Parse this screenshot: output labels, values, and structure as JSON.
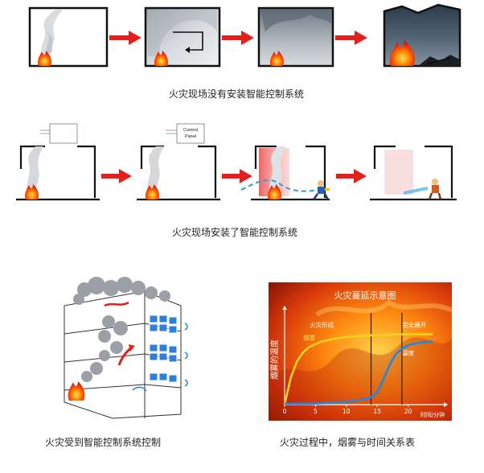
{
  "row1": {
    "caption": "火灾现场没有安装智能控制系统"
  },
  "row2": {
    "caption": "火灾现场安装了智能控制系统",
    "panel_label_line1": "Control",
    "panel_label_line2": "Panel"
  },
  "building": {
    "caption": "火灾受到智能控制系统控制"
  },
  "chart": {
    "caption": "火灾过程中，烟雾与时间关系表",
    "chart_data": {
      "type": "line",
      "title": "火灾蔓延示意图",
      "ylabel": "烟雾的温度",
      "xlabel": "时间/分钟",
      "x_ticks": [
        "0",
        "5",
        "10",
        "15",
        "20"
      ],
      "xlim": [
        0,
        25
      ],
      "ylim": [
        0,
        100
      ],
      "vertical_markers": [
        14,
        19
      ],
      "annotations": [
        {
          "text": "火灾形成",
          "x": 6,
          "y": 86
        },
        {
          "text": "烟雾",
          "x": 4,
          "y": 72
        },
        {
          "text": "完全展开",
          "x": 21,
          "y": 86
        },
        {
          "text": "温度",
          "x": 20,
          "y": 55
        }
      ],
      "series": [
        {
          "name": "烟雾",
          "color": "#f2d21a",
          "x": [
            0,
            1,
            2,
            3,
            4,
            6,
            8,
            10,
            12,
            14,
            16,
            18,
            20,
            22,
            24
          ],
          "y": [
            0,
            30,
            48,
            58,
            64,
            70,
            73,
            75,
            76,
            77,
            77,
            78,
            78,
            78,
            78
          ]
        },
        {
          "name": "温度",
          "color": "#1e88e5",
          "x": [
            0,
            4,
            8,
            10,
            12,
            14,
            15,
            16,
            17,
            18,
            19,
            20,
            22,
            24
          ],
          "y": [
            1,
            1,
            2,
            3,
            5,
            8,
            14,
            28,
            44,
            56,
            62,
            66,
            69,
            70
          ]
        }
      ]
    }
  }
}
